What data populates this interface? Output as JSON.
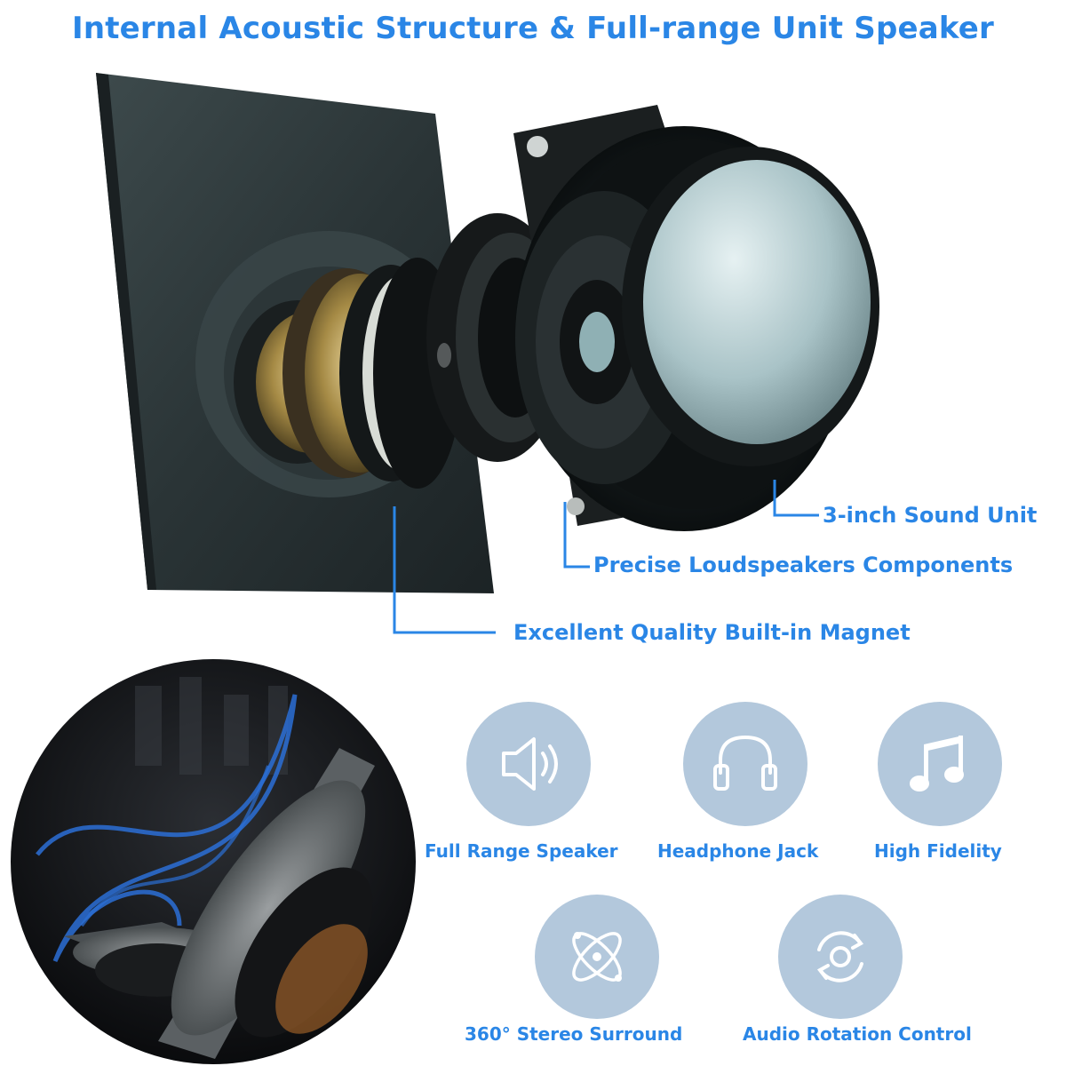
{
  "title": "Internal Acoustic Structure & Full-range Unit Speaker",
  "callouts": {
    "sound_unit": "3-inch Sound Unit",
    "components": "Precise Loudspeakers Components",
    "magnet": "Excellent Quality Built-in Magnet"
  },
  "features": [
    {
      "label": "Full Range Speaker",
      "icon": "speaker-volume-icon"
    },
    {
      "label": "Headphone Jack",
      "icon": "headphones-icon"
    },
    {
      "label": "High Fidelity",
      "icon": "music-note-icon"
    },
    {
      "label": "360° Stereo Surround",
      "icon": "atom-orbit-icon"
    },
    {
      "label": "Audio Rotation Control",
      "icon": "rotation-icon"
    }
  ],
  "colors": {
    "accent": "#2a86e6",
    "icon_circle": "#b3c8dc"
  }
}
